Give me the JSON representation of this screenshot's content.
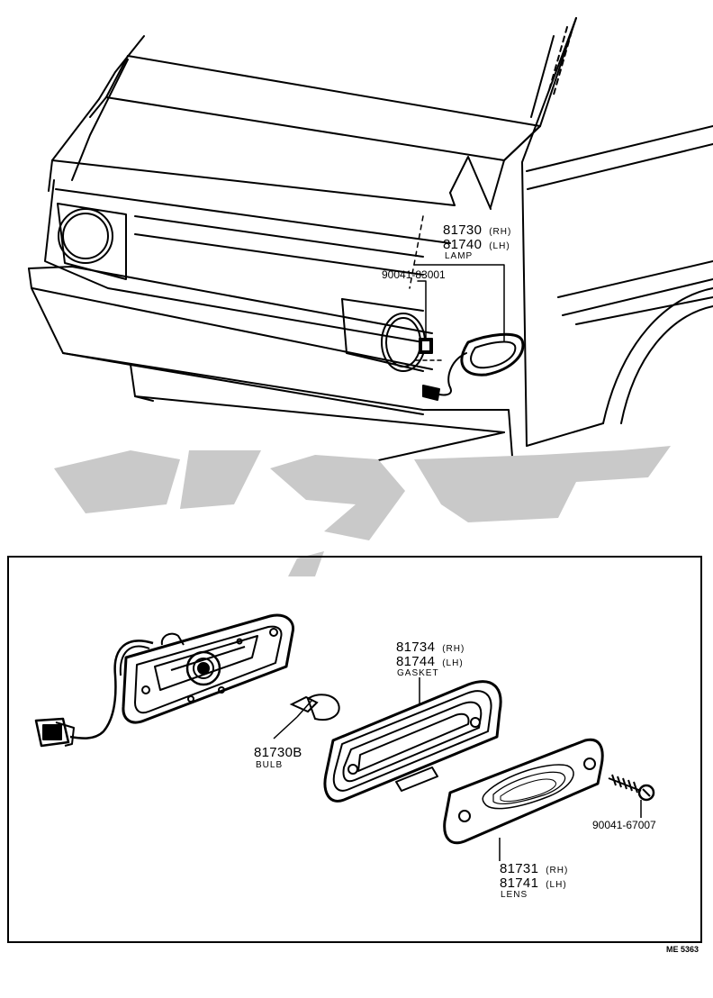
{
  "callouts": {
    "lamp": {
      "rh_part": "81730",
      "rh_side": "(RH)",
      "lh_part": "81740",
      "lh_side": "(LH)",
      "name": "LAMP"
    },
    "screw_top": {
      "part": "90041-83001"
    },
    "gasket": {
      "rh_part": "81734",
      "rh_side": "(RH)",
      "lh_part": "81744",
      "lh_side": "(LH)",
      "name": "GASKET"
    },
    "bulb": {
      "part": "81730B",
      "name": "BULB"
    },
    "screw_bottom": {
      "part": "90041-67007"
    },
    "lens": {
      "rh_part": "81731",
      "rh_side": "(RH)",
      "lh_part": "81741",
      "lh_side": "(LH)",
      "name": "LENS"
    }
  },
  "drawing_code": "ME 5363",
  "colors": {
    "line": "#000000",
    "watermark": "#c9c9c9",
    "background": "#ffffff"
  }
}
